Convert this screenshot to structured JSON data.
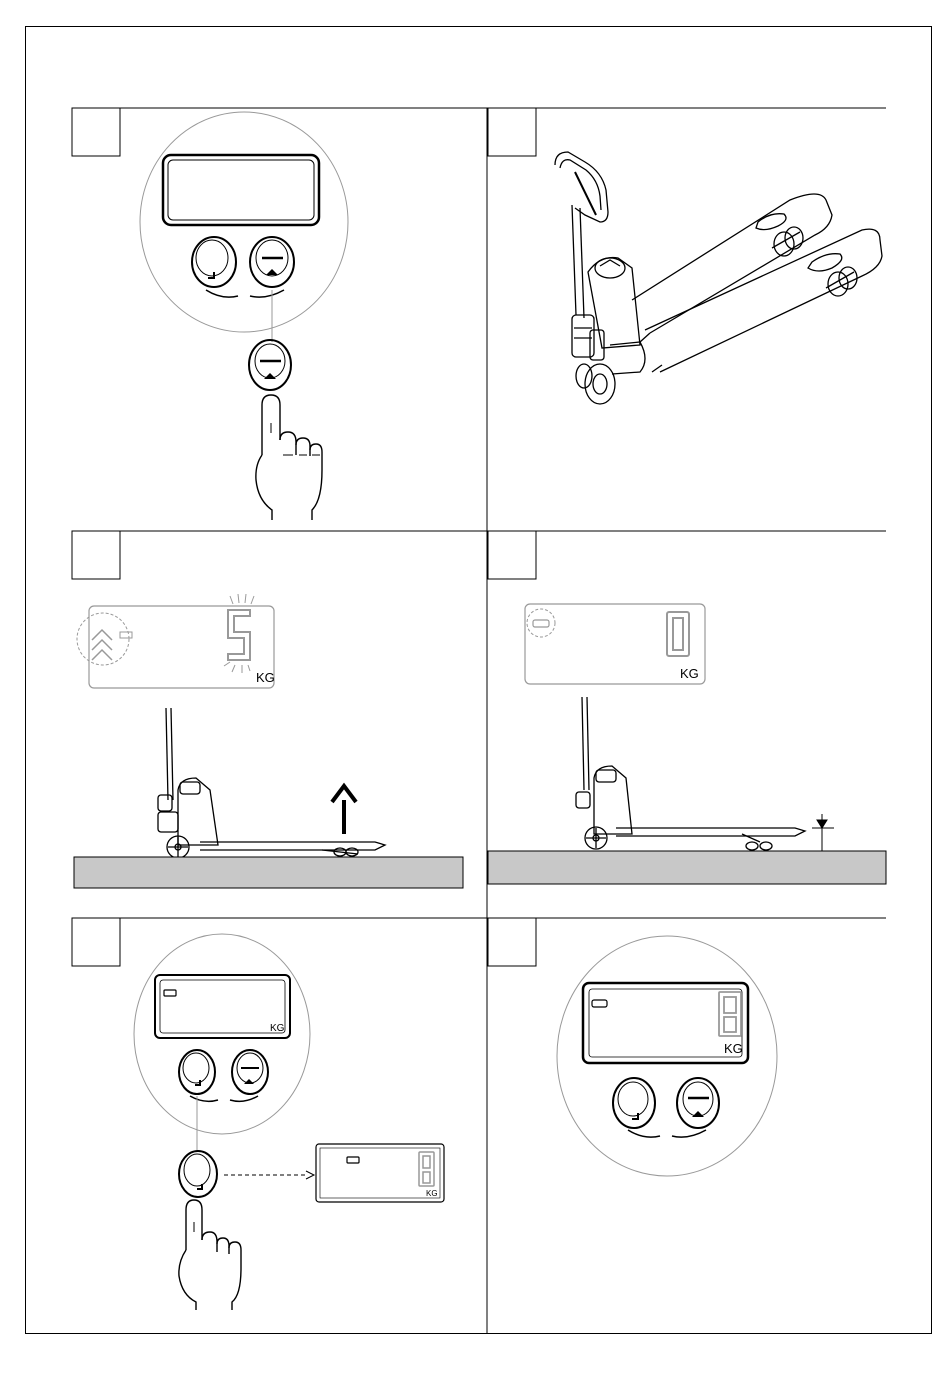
{
  "lcd": {
    "unit_label": "KG",
    "digit_value": "5"
  },
  "panels": [
    {
      "id": "step-1",
      "content": "display-with-buttons-press-tare"
    },
    {
      "id": "step-2",
      "content": "pallet-truck"
    },
    {
      "id": "step-3",
      "content": "lift-forks"
    },
    {
      "id": "step-4",
      "content": "forks-raised-zero"
    },
    {
      "id": "step-5",
      "content": "press-enter-zero"
    },
    {
      "id": "step-6",
      "content": "display-ready"
    }
  ],
  "colors": {
    "line": "#000000",
    "floor": "#c8c8c8",
    "display_ghost": "#9a9a9a",
    "light_outline": "#999999"
  }
}
